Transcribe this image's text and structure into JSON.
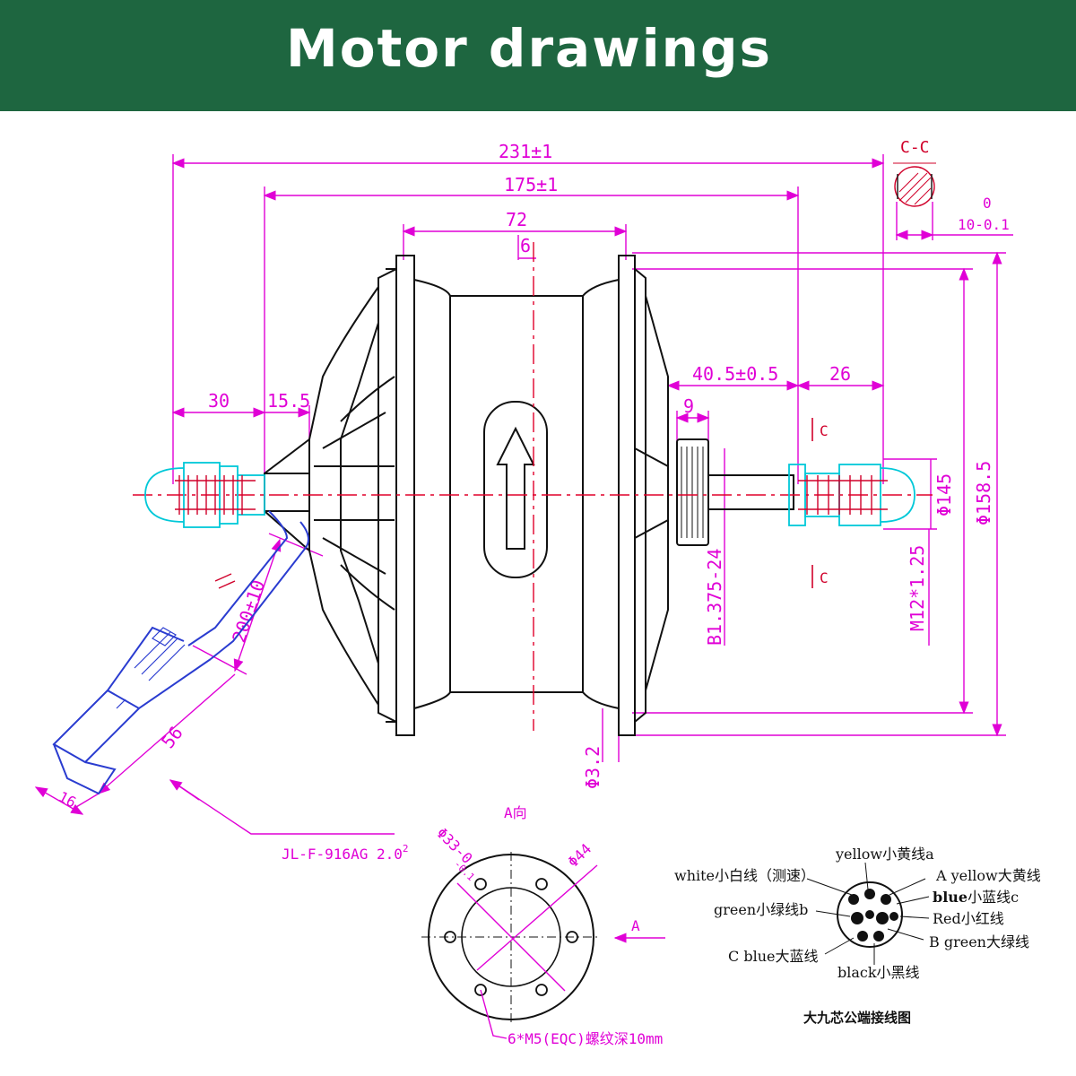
{
  "header": {
    "title": "Motor drawings",
    "bg_color": "#1e6640"
  },
  "colors": {
    "dimension": "#e000d6",
    "centerline": "#e0002a",
    "outline": "#111111",
    "axle": "#00c8d8",
    "cable": "#2a3cd0"
  },
  "dimensions": {
    "overall_length": "231±1",
    "flange_length": "175±1",
    "shell_width": "72",
    "offset": "6",
    "left_axle": "30",
    "left_shoulder": "15.5",
    "right_span": "40.5±0.5",
    "right_axle": "26",
    "freewheel": "9",
    "diameter_145": "Φ145",
    "diameter_158": "Φ158.5",
    "thread": "M12*1.25",
    "freewheel_thread": "B1.375-24",
    "hole_dia": "Φ3.2",
    "cable_length": "200±10",
    "connector_len": "56",
    "connector_dia": "16",
    "flat_tol_top": "0",
    "flat": "10-0.1",
    "section_mark": "C"
  },
  "section_view": {
    "title": "C-C"
  },
  "connector_ref": {
    "text": "JL-F-916AG 2.0",
    "superscript": "2"
  },
  "flange_view": {
    "title": "A向",
    "dia_33": "Φ33-0",
    "dia_33_tol": "-0.1",
    "dia_44": "Φ44",
    "arrow_label": "A",
    "holes": "6*M5(EQC)螺纹深10mm"
  },
  "pinout": {
    "yellow_small": "yellow小黄线a",
    "white_small": "white小白线（测速）",
    "a_yellow": "A yellow大黄线",
    "blue_small_b": "blue",
    "blue_small_r": "小蓝线c",
    "green_small": "green小绿线b",
    "red_small": "Red小红线",
    "b_green": "B green大绿线",
    "c_blue": "C blue大蓝线",
    "black_small": "black小黑线",
    "caption": "大九芯公端接线图"
  }
}
